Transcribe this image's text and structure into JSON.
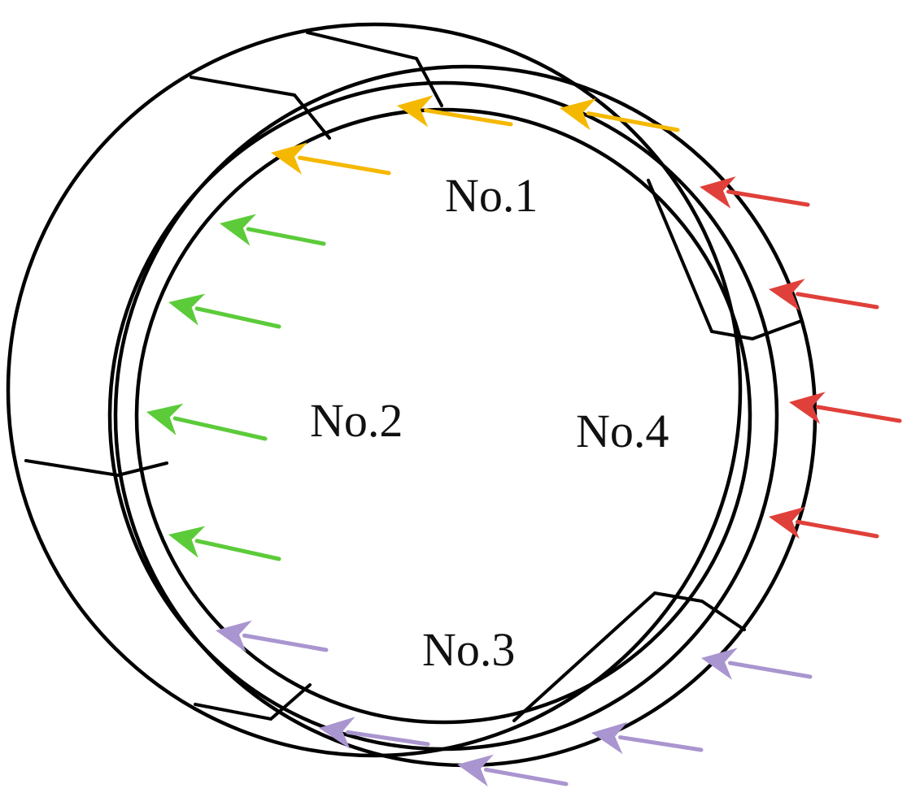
{
  "diagram": {
    "labels": {
      "no1": "No.1",
      "no2": "No.2",
      "no3": "No.3",
      "no4": "No.4"
    },
    "colors": {
      "outline": "#000000",
      "yellow": "#F5B800",
      "green": "#5CCB3A",
      "red": "#E0403A",
      "purple": "#A995CF"
    }
  }
}
